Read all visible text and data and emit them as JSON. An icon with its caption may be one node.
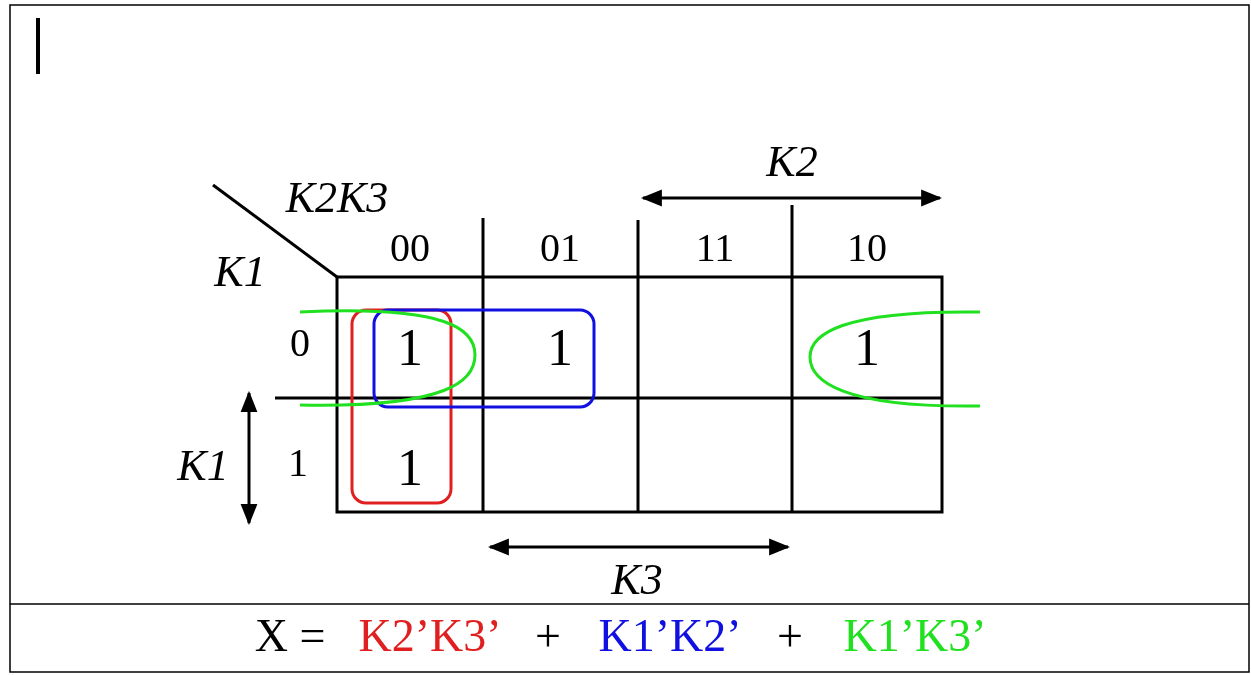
{
  "diagram": {
    "labels": [
      "K2",
      "K2K3",
      "00",
      "01",
      "11",
      "10",
      "K1",
      "0",
      "1",
      "1",
      "1",
      "K1",
      "1",
      "1",
      "K3",
      "X =",
      "K2’K3’",
      "+",
      "K1’K2’",
      "+",
      "K1’K3’"
    ]
  }
}
